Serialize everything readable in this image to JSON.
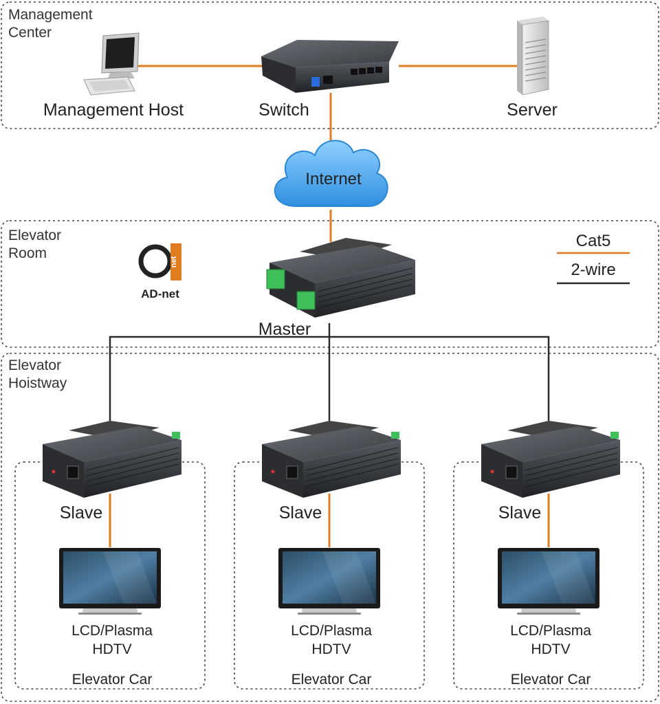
{
  "colors": {
    "cat5": "#e07b1f",
    "two_wire": "#2b2b2b",
    "cloud": "#3f9fe3",
    "device_body": "#2f3236",
    "connector_green": "#3fbf5a"
  },
  "zones": {
    "management_center": "Management\nCenter",
    "elevator_room": "Elevator\nRoom",
    "elevator_hoistway": "Elevator\nHoistway"
  },
  "nodes": {
    "management_host": "Management Host",
    "switch": "Switch",
    "server": "Server",
    "internet": "Internet",
    "master": "Master"
  },
  "logo": {
    "brand_text": "AD-net",
    "mark_text": "net"
  },
  "legend": {
    "cat5": "Cat5",
    "two_wire": "2-wire"
  },
  "cars": [
    {
      "slave": "Slave",
      "display_line1": "LCD/Plasma",
      "display_line2": "HDTV",
      "car": "Elevator Car"
    },
    {
      "slave": "Slave",
      "display_line1": "LCD/Plasma",
      "display_line2": "HDTV",
      "car": "Elevator Car"
    },
    {
      "slave": "Slave",
      "display_line1": "LCD/Plasma",
      "display_line2": "HDTV",
      "car": "Elevator Car"
    }
  ]
}
